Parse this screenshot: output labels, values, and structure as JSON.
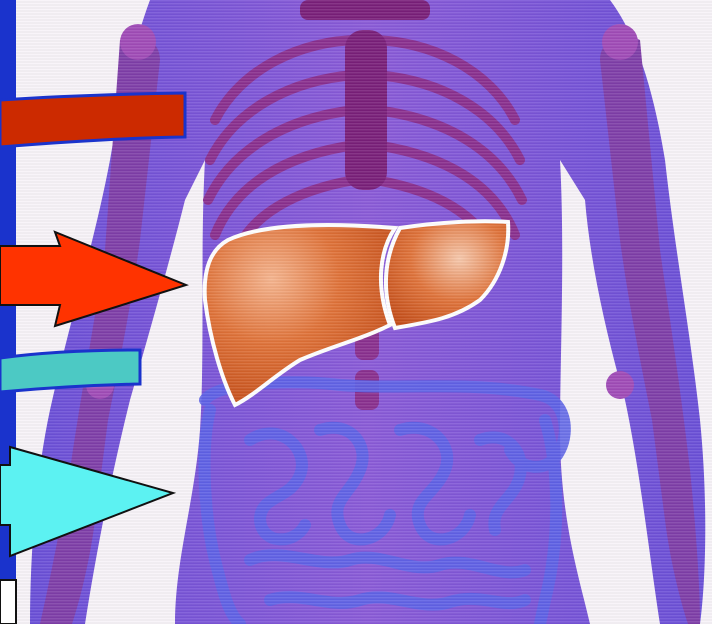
{
  "image": {
    "subject": "anatomy-torso",
    "palette": {
      "background_frame": "#1a33cc",
      "panel": "#f7f3f8",
      "body_silhouette": "#7b54d6",
      "skeleton": "#8a2f8f",
      "liver": "#d9662a",
      "intestine": "#6b6ff0"
    }
  },
  "arrows": [
    {
      "id": "arrow-1",
      "color": "#cc2a00",
      "shape": "bar"
    },
    {
      "id": "arrow-2",
      "color": "#ff3300",
      "shape": "pointer"
    },
    {
      "id": "arrow-3",
      "color": "#4cc9c4",
      "shape": "bar"
    },
    {
      "id": "arrow-4",
      "color": "#5cf2f2",
      "shape": "pointer"
    },
    {
      "id": "arrow-5",
      "color": "#ffffff",
      "shape": "stub"
    }
  ]
}
